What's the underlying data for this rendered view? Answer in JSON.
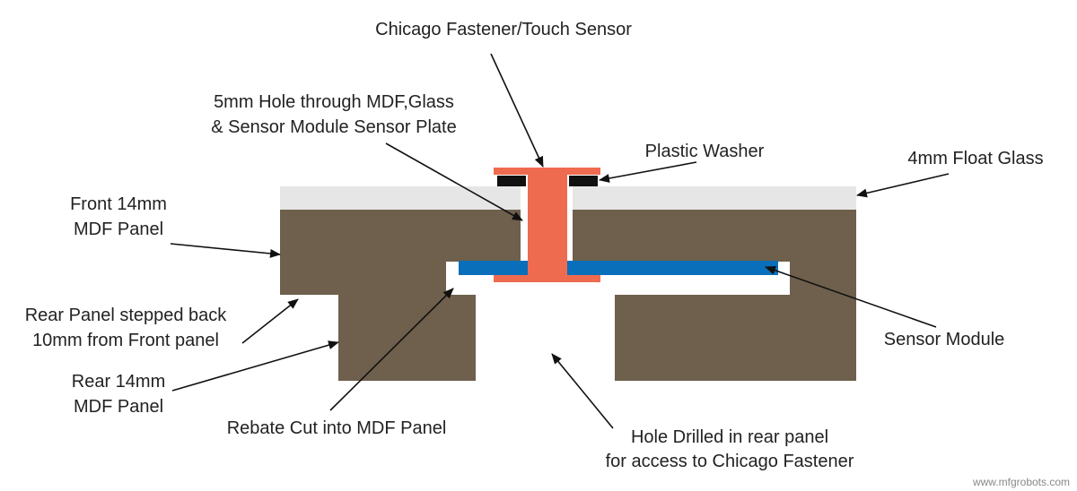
{
  "colors": {
    "mdf": "#6e604c",
    "glass": "#e6e6e6",
    "fastener": "#ef6b4f",
    "washer": "#111111",
    "sensor": "#0a6fba",
    "label": "#222222"
  },
  "labels": {
    "chicago_fastener": "Chicago Fastener/Touch Sensor",
    "hole_line1": "5mm Hole through MDF,Glass",
    "hole_line2": "& Sensor Module Sensor Plate",
    "plastic_washer": "Plastic Washer",
    "float_glass": "4mm Float Glass",
    "front_line1": "Front 14mm",
    "front_line2": "MDF Panel",
    "rear_stepped_line1": "Rear Panel stepped back",
    "rear_stepped_line2": "10mm from Front panel",
    "rear_line1": "Rear 14mm",
    "rear_line2": "MDF Panel",
    "sensor_module": "Sensor Module",
    "rebate": "Rebate Cut into MDF Panel",
    "hole_rear_line1": "Hole Drilled in rear panel",
    "hole_rear_line2": "for access to Chicago Fastener"
  },
  "watermark": "www.mfgrobots.com"
}
